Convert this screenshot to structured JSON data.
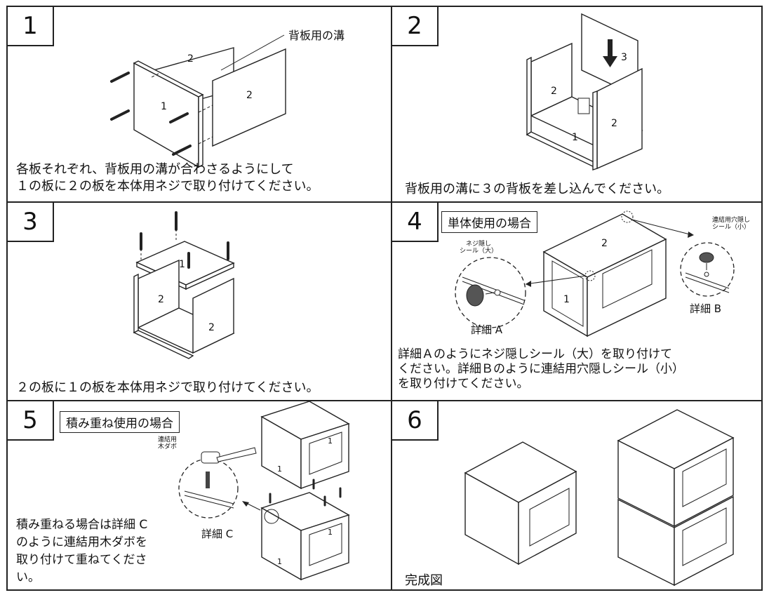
{
  "steps": [
    {
      "num": "1",
      "caption": "各板それぞれ、背板用の溝が合わさるようにして\n１の板に２の板を本体用ネジで取り付けてください。",
      "groove_label": "背板用の溝",
      "parts": [
        "2",
        "1",
        "2"
      ]
    },
    {
      "num": "2",
      "caption": "背板用の溝に３の背板を差し込んでください。",
      "parts": [
        "2",
        "3",
        "2",
        "1"
      ]
    },
    {
      "num": "3",
      "caption": "２の板に１の板を本体用ネジで取り付けてください。",
      "parts": [
        "1",
        "2",
        "2"
      ]
    },
    {
      "num": "4",
      "heading": "単体使用の場合",
      "caption": "詳細Ａのようにネジ隠しシール（大）を取り付けて\nください。詳細Ｂのように連結用穴隠しシール（小）\nを取り付けてください。",
      "seal_large": "ネジ隠し\nシール（大）",
      "seal_small": "連結用穴隠し\nシール（小）",
      "detail_a": "詳細 A",
      "detail_b": "詳細 B",
      "parts": [
        "2",
        "1"
      ]
    },
    {
      "num": "5",
      "heading": "積み重ね使用の場合",
      "caption": "積み重ねる場合は詳細 C\nのように連結用木ダボを\n取り付けて重ねてくださ\nい。",
      "dowel_label": "連結用\n木ダボ",
      "detail_c": "詳細 C",
      "parts": [
        "1",
        "1",
        "1",
        "1"
      ]
    },
    {
      "num": "6",
      "caption": "完成図"
    }
  ],
  "icons": [
    "screw-icon",
    "arrow-down-icon",
    "hammer-icon",
    "dowel-icon"
  ]
}
